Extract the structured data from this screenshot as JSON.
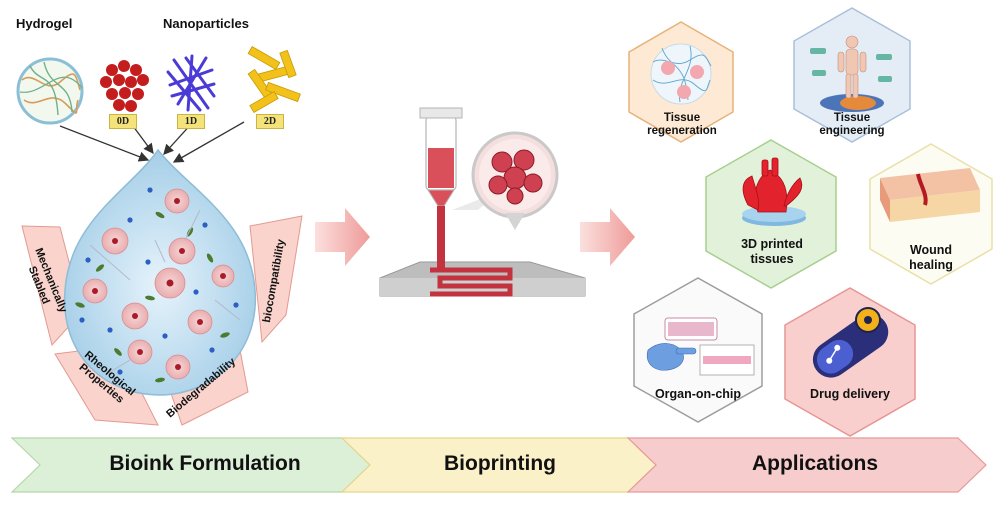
{
  "inputs": {
    "hydrogel": "Hydrogel",
    "nanoparticles": "Nanoparticles",
    "dims": [
      "0D",
      "1D",
      "2D"
    ]
  },
  "properties": {
    "mechanically": "Mechanically\nStabled",
    "rheological": "Rheological\nProperties",
    "biodegradability": "Biodegradability",
    "biocompatibility": "biocompatibility"
  },
  "applications": {
    "tissue_regeneration": "Tissue\nregeneration",
    "tissue_engineering": "Tissue\nengineering",
    "printed_tissues": "3D printed\ntissues",
    "wound_healing": "Wound\nhealing",
    "organ_on_chip": "Organ-on-chip",
    "drug_delivery": "Drug delivery"
  },
  "stages": [
    "Bioink Formulation",
    "Bioprinting",
    "Applications"
  ],
  "colors": {
    "stage1": "#dcefd7",
    "stage2": "#fbf1c8",
    "stage3": "#f7cccc",
    "flow_arrow": "#f2a3a3",
    "petal": "#f9d3cc"
  }
}
